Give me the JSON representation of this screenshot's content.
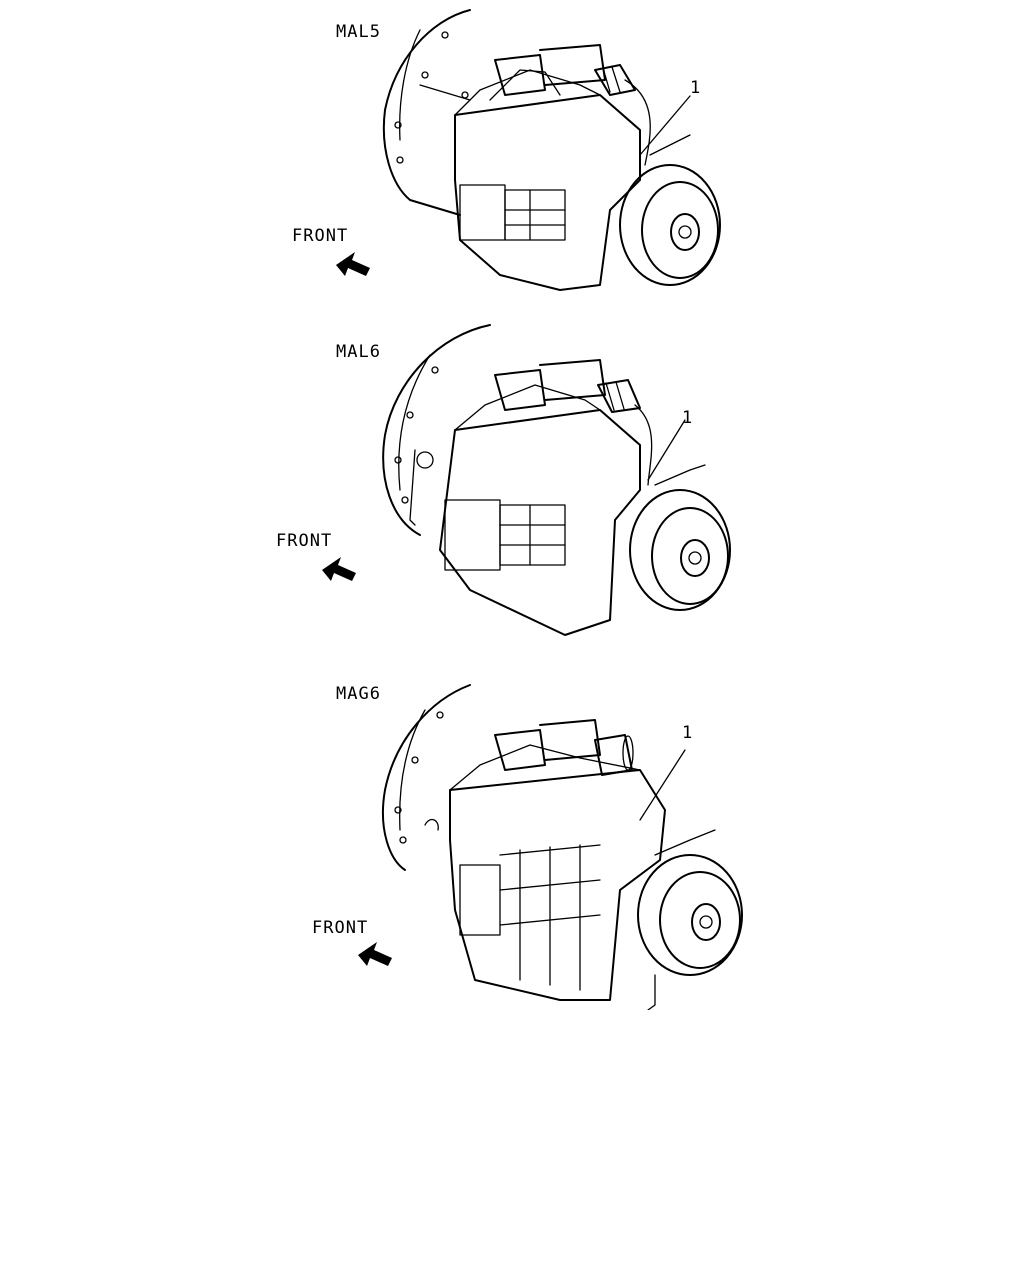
{
  "figures": [
    {
      "model": "MAL5",
      "front": "FRONT",
      "callout": "1"
    },
    {
      "model": "MAL6",
      "front": "FRONT",
      "callout": "1"
    },
    {
      "model": "MAG6",
      "front": "FRONT",
      "callout": "1"
    }
  ],
  "icons": {
    "arrow": "front-direction-arrow-icon",
    "assembly": "transmission-assembly-icon"
  }
}
